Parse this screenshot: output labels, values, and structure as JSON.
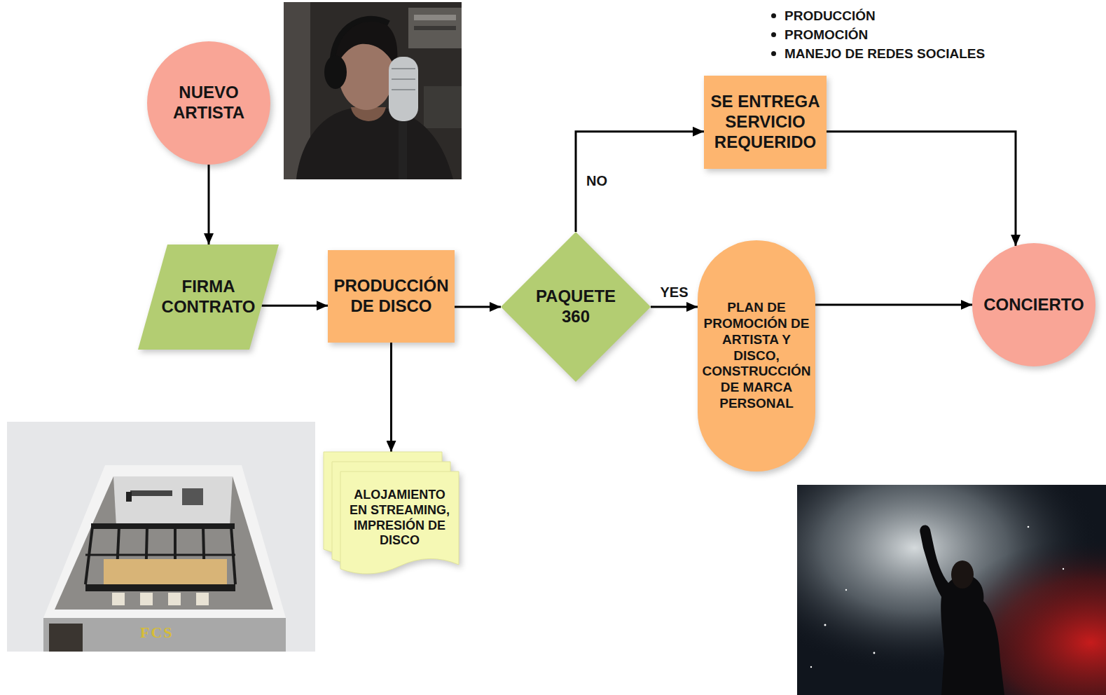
{
  "diagram": {
    "nodes": [
      {
        "text": [
          "NUEVO ARTISTA"
        ]
      },
      {
        "text": [
          "FIRMA CONTRATO"
        ]
      },
      {
        "text": [
          "PRODUCCIÓN DE DISCO"
        ]
      },
      {
        "text": [
          "ALOJAMIENTO EN STREAMING, IMPRESIÓN DE DISCO"
        ]
      },
      {
        "text": [
          "PAQUETE 360"
        ]
      },
      {
        "text": [
          "SE ENTREGA SERVICIO REQUERIDO"
        ]
      },
      {
        "text": [
          "PLAN DE PROMOCIÓN DE ARTISTA Y DISCO, CONSTRUCCIÓN DE MARCA PERSONAL"
        ]
      },
      {
        "text": [
          "CONCIERTO"
        ]
      }
    ],
    "edges": [
      {
        "from": 0,
        "to": 1,
        "arrow": "to"
      },
      {
        "from": 1,
        "to": 2,
        "arrow": "to"
      },
      {
        "from": 2,
        "to": 4,
        "arrow": "to"
      },
      {
        "from": 2,
        "to": 3,
        "arrow": "to"
      },
      {
        "from": 4,
        "to": 5,
        "label": "NO",
        "arrow": "to"
      },
      {
        "from": 4,
        "to": 6,
        "label": "YES",
        "arrow": "to"
      },
      {
        "from": 5,
        "to": 7,
        "arrow": "to"
      },
      {
        "from": 6,
        "to": 7,
        "arrow": "to"
      }
    ],
    "labels": [
      "PRODUCCIÓN",
      "PROMOCIÓN",
      "MANEJO DE REDES SOCIALES",
      "FCS"
    ]
  }
}
